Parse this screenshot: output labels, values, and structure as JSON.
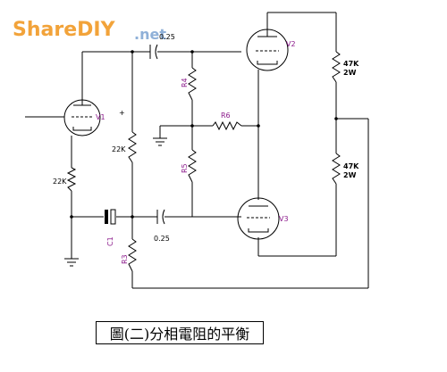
{
  "watermark": {
    "brand": "ShareDIY",
    "domain": ".net"
  },
  "components": {
    "v1": "V1",
    "v2": "V2",
    "v3": "V3",
    "c_top_value": "0.25",
    "c_mid_value": "0.25",
    "c1": "C1",
    "r_cathode_v1": "22K",
    "r_grid": "22K",
    "r3": "R3",
    "r4": "R4",
    "r5": "R5",
    "r6": "R6",
    "r_top_value": "47K",
    "r_top_power": "2W",
    "r_bot_value": "47K",
    "r_bot_power": "2W",
    "c1_polarity": "+"
  },
  "caption": "圖(二)分相電阻的平衡"
}
